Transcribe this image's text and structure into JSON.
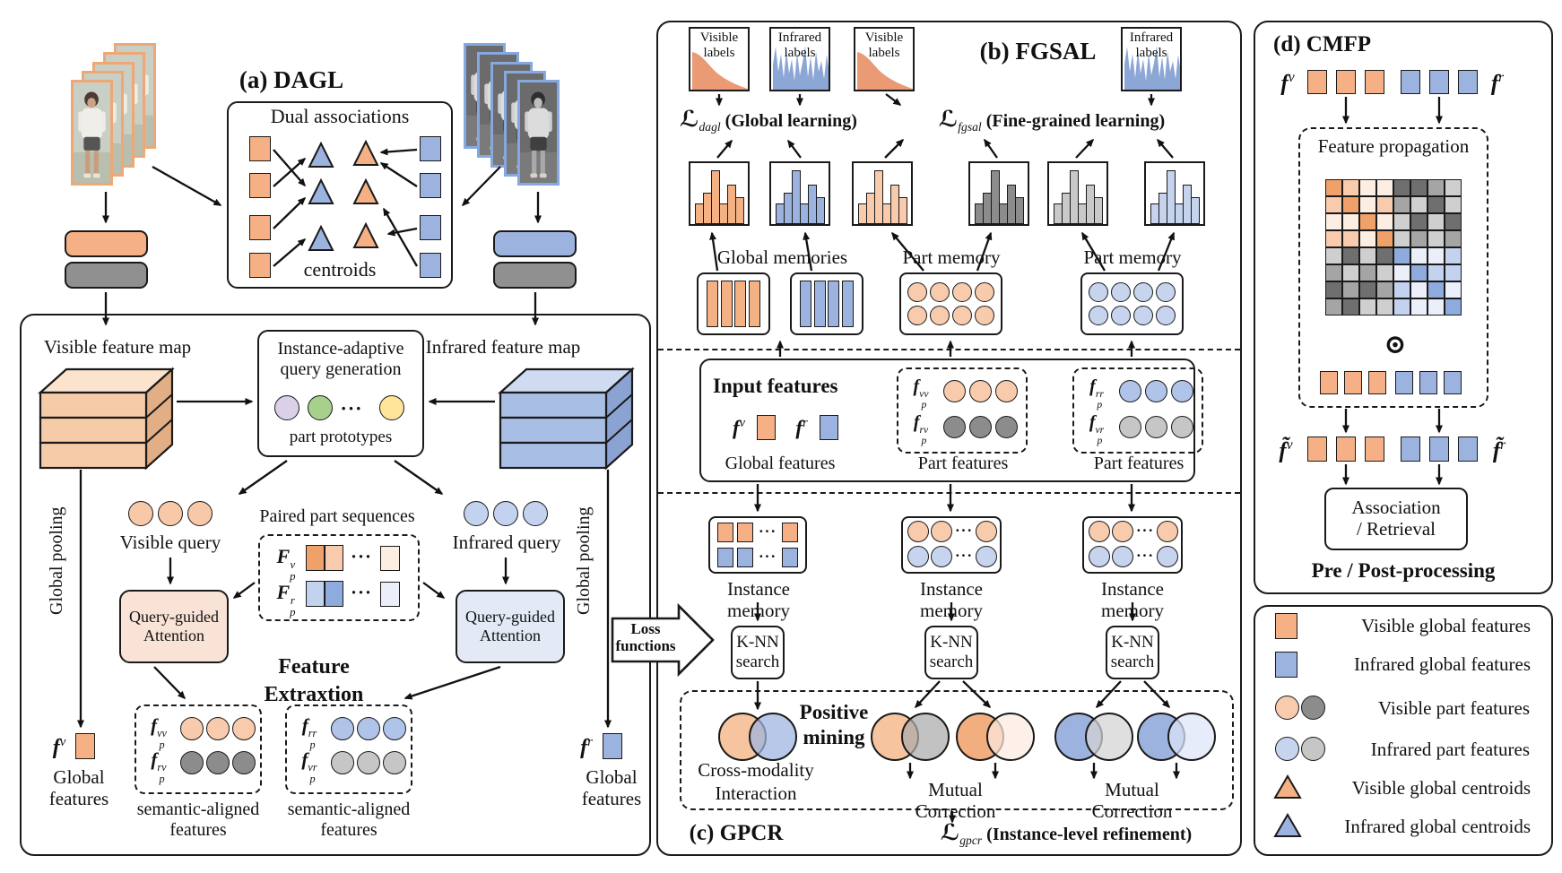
{
  "ellipsis": "···",
  "panel_a": {
    "title": "(a) DAGL",
    "dual": {
      "title": "Dual associations",
      "caption": "centroids"
    },
    "visible_feature_map": "Visible feature map",
    "infrared_feature_map": "Infrared feature map",
    "query_gen": {
      "line1": "Instance-adaptive",
      "line2": "query generation",
      "caption": "part prototypes"
    },
    "global_pooling_left": "Global pooling",
    "global_pooling_right": "Global pooling",
    "visible_query": "Visible query",
    "infrared_query": "Infrared query",
    "paired": "Paired part sequences",
    "Fpv": {
      "base": "F",
      "sub": "p",
      "sup": "v"
    },
    "Fpr": {
      "base": "F",
      "sub": "p",
      "sup": "r"
    },
    "qga": {
      "line1": "Query-guided",
      "line2": "Attention"
    },
    "feature_extraction": {
      "line1": "Feature",
      "line2": "Extraxtion"
    },
    "fv": {
      "base": "f",
      "sup": "v"
    },
    "fr": {
      "base": "f",
      "sup": "r"
    },
    "global_features": {
      "line1": "Global",
      "line2": "features"
    },
    "sem_left": {
      "fvv": {
        "base": "f",
        "sub": "p",
        "sup": "vv"
      },
      "frv": {
        "base": "f",
        "sub": "p",
        "sup": "rv"
      },
      "cap1": "semantic-aligned",
      "cap2": "features"
    },
    "sem_right": {
      "frr": {
        "base": "f",
        "sub": "p",
        "sup": "rr"
      },
      "fvr": {
        "base": "f",
        "sub": "p",
        "sup": "vr"
      },
      "cap1": "semantic-aligned",
      "cap2": "features"
    }
  },
  "loss_arrow": {
    "line1": "Loss",
    "line2": "functions"
  },
  "panel_b": {
    "title": "(b) FGSAL",
    "label_boxes": [
      {
        "line1": "Visible",
        "line2": "labels"
      },
      {
        "line1": "Infrared",
        "line2": "labels"
      },
      {
        "line1": "Visible",
        "line2": "labels"
      },
      {
        "line1": "Infrared",
        "line2": "labels"
      }
    ],
    "loss_dagl": {
      "sym": "ℒ",
      "sub": "dagl",
      "rest": "(Global learning)"
    },
    "loss_fgsal": {
      "sym": "ℒ",
      "sub": "fgsal",
      "rest": "(Fine-grained learning)"
    },
    "global_memories": "Global memories",
    "part_memory_1": "Part memory",
    "part_memory_2": "Part memory",
    "histograms": {
      "bars": [
        34,
        52,
        88,
        34,
        64,
        44
      ],
      "fills": [
        "#F4B183",
        "#9DB3DF",
        "#F8CBAD",
        "#8C8C8C",
        "#C9C9C9",
        "#C5D3ED"
      ]
    },
    "input": {
      "title": "Input features",
      "fv": {
        "base": "f",
        "sup": "v"
      },
      "fr": {
        "base": "f",
        "sup": "r"
      },
      "global_caption": "Global features",
      "fpvv": {
        "base": "f",
        "sub": "p",
        "sup": "vv"
      },
      "fprv": {
        "base": "f",
        "sub": "p",
        "sup": "rv"
      },
      "fprr": {
        "base": "f",
        "sub": "p",
        "sup": "rr"
      },
      "fpvr": {
        "base": "f",
        "sub": "p",
        "sup": "vr"
      },
      "part_caption_1": "Part features",
      "part_caption_2": "Part features"
    }
  },
  "panel_c": {
    "title": "(c) GPCR",
    "instance_memory": [
      "Instance memory",
      "Instance memory",
      "Instance memory"
    ],
    "knn": {
      "line1": "K-NN",
      "line2": "search"
    },
    "positive_mining": {
      "line1": "Positive",
      "line2": "mining"
    },
    "cross_modality": {
      "line1": "Cross-modality",
      "line2": "Interaction"
    },
    "mutual_correction_1": "Mutual Correction",
    "mutual_correction_2": "Mutual Correction",
    "loss_gpcr": {
      "sym": "ℒ",
      "sub": "gpcr",
      "rest": "(Instance-level refinement)"
    }
  },
  "panel_d": {
    "title": "(d) CMFP",
    "fv": {
      "base": "f",
      "sup": "v"
    },
    "fr": {
      "base": "f",
      "sup": "r"
    },
    "fv_tilde": {
      "base": "f̃",
      "sup": "v"
    },
    "fr_tilde": {
      "base": "f̃",
      "sup": "r"
    },
    "feature_propagation": "Feature propagation",
    "odot": "⊙",
    "association": {
      "line1": "Association",
      "line2": "/ Retrieval"
    },
    "caption": "Pre / Post-processing",
    "matrix": {
      "palette": {
        "o3": "#F0A169",
        "o2": "#F8CBAD",
        "o1": "#FCEEE3",
        "g3": "#6F6F6F",
        "g2": "#A5A5A5",
        "g1": "#CFCFCF",
        "b3": "#8FAADC",
        "b2": "#C3D2EE",
        "b1": "#EAEFF9"
      },
      "cells": [
        [
          "o3",
          "o2",
          "o1",
          "o1",
          "g3",
          "g3",
          "g2",
          "g1"
        ],
        [
          "o2",
          "o3",
          "o1",
          "o2",
          "g2",
          "g1",
          "g3",
          "g1"
        ],
        [
          "o1",
          "o1",
          "o3",
          "o1",
          "g1",
          "g3",
          "g1",
          "g3"
        ],
        [
          "o2",
          "o2",
          "o1",
          "o3",
          "g1",
          "g2",
          "g1",
          "g2"
        ],
        [
          "g1",
          "g3",
          "g1",
          "g3",
          "b3",
          "b1",
          "b1",
          "b2"
        ],
        [
          "g2",
          "g1",
          "g2",
          "g1",
          "b1",
          "b3",
          "b2",
          "b2"
        ],
        [
          "g3",
          "g2",
          "g3",
          "g2",
          "b2",
          "b1",
          "b3",
          "b1"
        ],
        [
          "g2",
          "g3",
          "g1",
          "g1",
          "b2",
          "b1",
          "b1",
          "b3"
        ]
      ]
    }
  },
  "legend": {
    "items": [
      {
        "icon": "visible-global-square",
        "label": "Visible global features"
      },
      {
        "icon": "infrared-global-square",
        "label": "Infrared global features"
      },
      {
        "icon": "visible-part-circles",
        "label": "Visible part features"
      },
      {
        "icon": "infrared-part-circles",
        "label": "Infrared part features"
      },
      {
        "icon": "visible-centroid-triangle",
        "label": "Visible global centroids"
      },
      {
        "icon": "infrared-centroid-triangle",
        "label": "Infrared global centroids"
      }
    ]
  }
}
